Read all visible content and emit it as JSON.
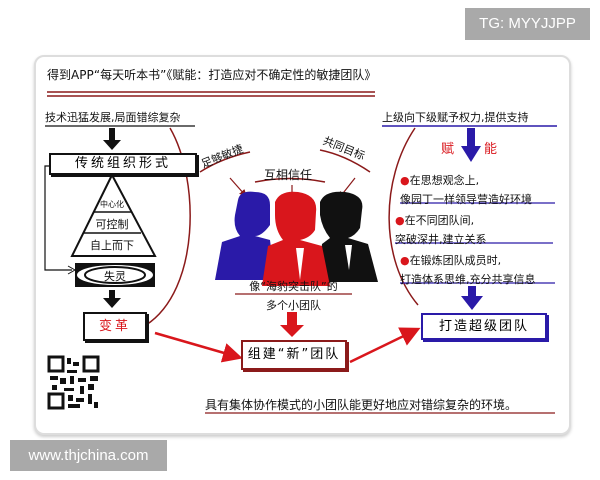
{
  "badge": "TG: MYYJJPP",
  "watermark": "www.thjchina.com",
  "colors": {
    "red": "#d9161c",
    "blue": "#2a1aa8",
    "dark_red": "#8b1a1a",
    "black": "#111111"
  },
  "diagram": {
    "title": "得到APP“每天听本书”《赋能：打造应对不确定性的敏捷团队》",
    "left": {
      "heading": "技术迅猛发展,局面错综复杂",
      "box": "传统组织形式",
      "pyramid": [
        "中心化",
        "可控制",
        "自上而下"
      ],
      "failure": "失灵",
      "result": "变革"
    },
    "center": {
      "labels": [
        "足够敏捷",
        "互相信任",
        "共同目标"
      ],
      "caption_line1": "像“海豹突击队”的",
      "caption_line2": "多个小团队",
      "box": "组建“新”团队"
    },
    "right": {
      "heading": "上级向下级赋予权力,提供支持",
      "empower_left": "赋",
      "empower_right": "能",
      "bullets": [
        {
          "line1": "在思想观念上,",
          "line2": "像园丁一样领导营造好环境"
        },
        {
          "line1": "在不同团队间,",
          "line2": "突破深井,建立关系"
        },
        {
          "line1": "在锻炼团队成员时,",
          "line2": "打造体系思维,充分共享信息"
        }
      ],
      "box": "打造超级团队"
    },
    "conclusion": "具有集体协作模式的小团队能更好地应对错综复杂的环境。",
    "qr_code": "qr-code"
  }
}
